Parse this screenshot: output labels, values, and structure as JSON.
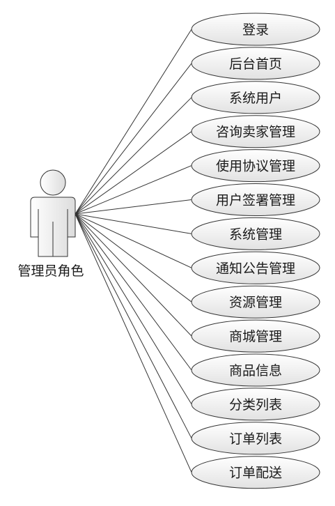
{
  "actor": {
    "label": "管理员角色"
  },
  "use_cases": [
    "登录",
    "后台首页",
    "系统用户",
    "咨询卖家管理",
    "使用协议管理",
    "用户签署管理",
    "系统管理",
    "通知公告管理",
    "资源管理",
    "商城管理",
    "商品信息",
    "分类列表",
    "订单列表",
    "订单配送"
  ],
  "colors": {
    "ellipse_fill_top": "#ffffff",
    "ellipse_fill_bottom": "#e6e6e6",
    "stroke": "#333333"
  }
}
